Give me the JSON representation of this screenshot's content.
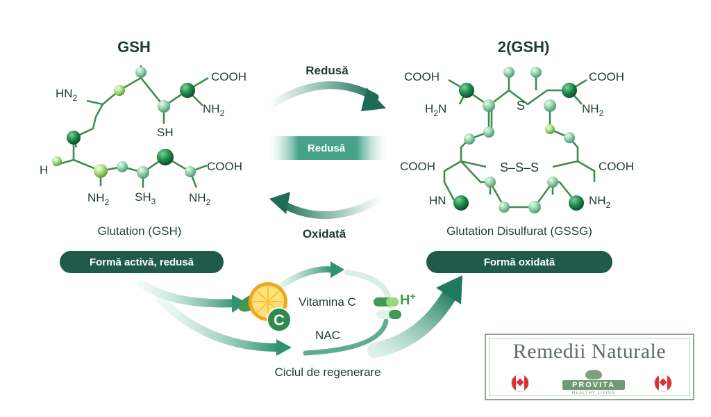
{
  "left": {
    "title": "GSH",
    "caption": "Glutation (GSH)",
    "pill": "Formă activă, redusă",
    "groups": {
      "hn2": "HN",
      "cooh_top": "COOH",
      "nh2_top": "NH",
      "sh": "SH",
      "h": "H",
      "nh2_bl": "NH",
      "sh3": "SH",
      "nh2_br": "NH",
      "cooh_mid": "COOH",
      "sub2": "2",
      "sub3": "3"
    }
  },
  "right": {
    "title": "2(GSH)",
    "caption": "Glutation Disulfurat (GSSG)",
    "pill": "Formă oxidată",
    "groups": {
      "cooh_tl": "COOH",
      "h2n": "H",
      "h2n_rest": "N",
      "s_top": "S",
      "cooh_tr": "COOH",
      "nh2_tr": "NH",
      "cooh_ml": "COOH",
      "sss": "S–S–S",
      "cooh_mr": "COOH",
      "hn": "HN",
      "nh2_br": "NH",
      "sub2": "2"
    }
  },
  "center": {
    "arrow_top": "Redusă",
    "band": "Redusă",
    "arrow_bottom": "Oxidată"
  },
  "regeneration": {
    "vitamin_c": "Vitamina C",
    "h_plus": "H",
    "plus": "+",
    "nac": "NAC",
    "cycle": "Ciclul de regenerare",
    "c_badge": "C"
  },
  "watermark": {
    "title": "Remedii Naturale",
    "brand": "PROVITA",
    "tagline": "HEALTHY LIVING"
  },
  "colors": {
    "dark_green": "#1f6b47",
    "teal": "#2a7e66",
    "pill": "#1f5a4a",
    "bond": "#3f8a4e"
  }
}
